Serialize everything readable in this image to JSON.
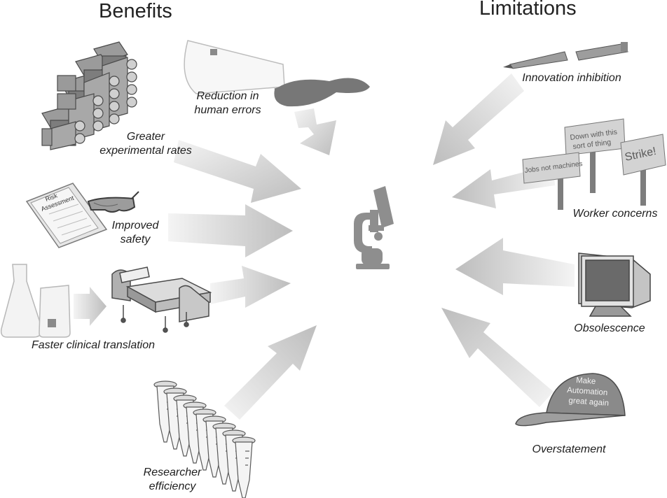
{
  "headers": {
    "benefits": "Benefits",
    "limitations": "Limitations"
  },
  "benefits": {
    "experimental_rates": "Greater\nexperimental rates",
    "human_errors": "Reduction in\nhuman errors",
    "safety": "Improved\nsafety",
    "clinical": "Faster clinical translation",
    "efficiency": "Researcher\nefficiency"
  },
  "limitations": {
    "innovation": "Innovation inhibition",
    "worker": "Worker concerns",
    "obsolescence": "Obsolescence",
    "overstatement": "Overstatement"
  },
  "props": {
    "risk_title_1": "Risk",
    "risk_title_2": "Assessment",
    "sign_1": "Down with this",
    "sign_2": "sort of thing",
    "sign_3": "Jobs not machines",
    "sign_4": "Strike!",
    "cap_1": "Make",
    "cap_2": "Automation",
    "cap_3": "great again"
  },
  "colors": {
    "arrow": "#c4c4c4",
    "icon": "#8a8a8a",
    "icon_dark": "#5f5f5f",
    "text": "#1e1e1e"
  }
}
